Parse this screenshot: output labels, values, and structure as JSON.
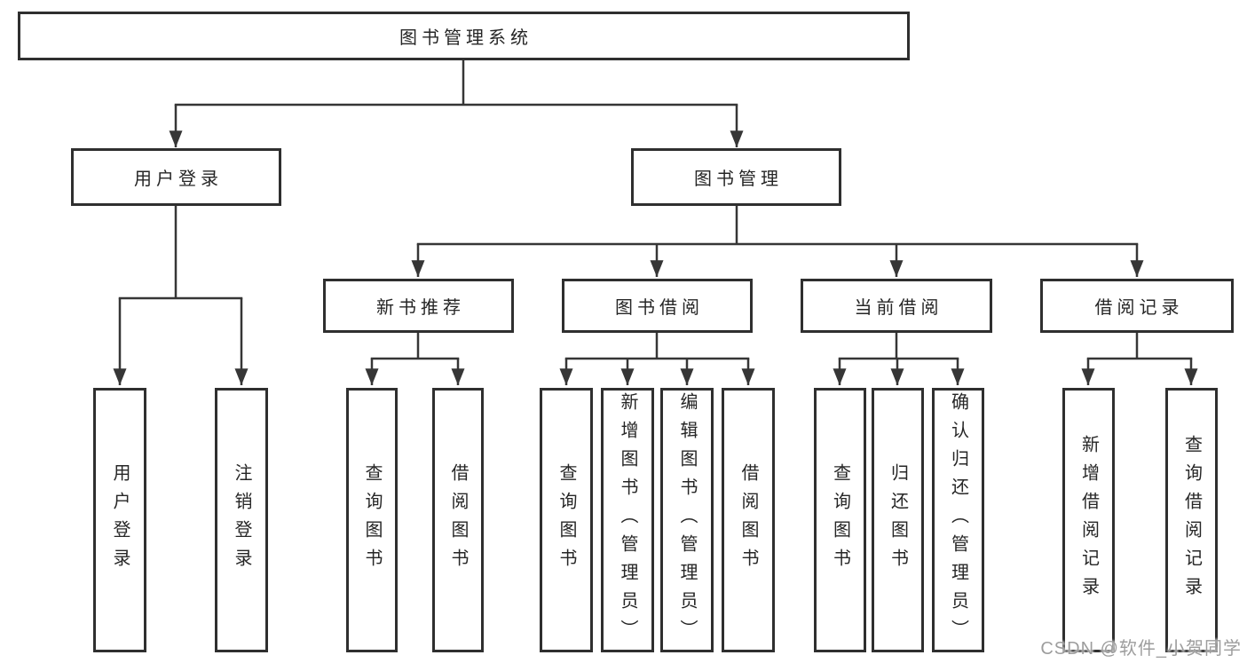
{
  "watermark": {
    "text": "CSDN @软件_小贺同学"
  },
  "colors": {
    "line": "#363636",
    "box_border": "#2f2f2f",
    "text": "#262626",
    "background": "#ffffff",
    "watermark": "#9d9d9d"
  },
  "tree": {
    "root": {
      "label": "图书管理系统",
      "children": [
        {
          "label": "用户登录",
          "children": [
            {
              "label": "用户登录"
            },
            {
              "label": "注销登录"
            }
          ]
        },
        {
          "label": "图书管理",
          "children": [
            {
              "label": "新书推荐",
              "children": [
                {
                  "label": "查询图书"
                },
                {
                  "label": "借阅图书"
                }
              ]
            },
            {
              "label": "图书借阅",
              "children": [
                {
                  "label": "查询图书"
                },
                {
                  "label": "新增图书（管理员）"
                },
                {
                  "label": "编辑图书（管理员）"
                },
                {
                  "label": "借阅图书"
                }
              ]
            },
            {
              "label": "当前借阅",
              "children": [
                {
                  "label": "查询图书"
                },
                {
                  "label": "归还图书"
                },
                {
                  "label": "确认归还（管理员）"
                }
              ]
            },
            {
              "label": "借阅记录",
              "children": [
                {
                  "label": "新增借阅记录"
                },
                {
                  "label": "查询借阅记录"
                }
              ]
            }
          ]
        }
      ]
    }
  }
}
